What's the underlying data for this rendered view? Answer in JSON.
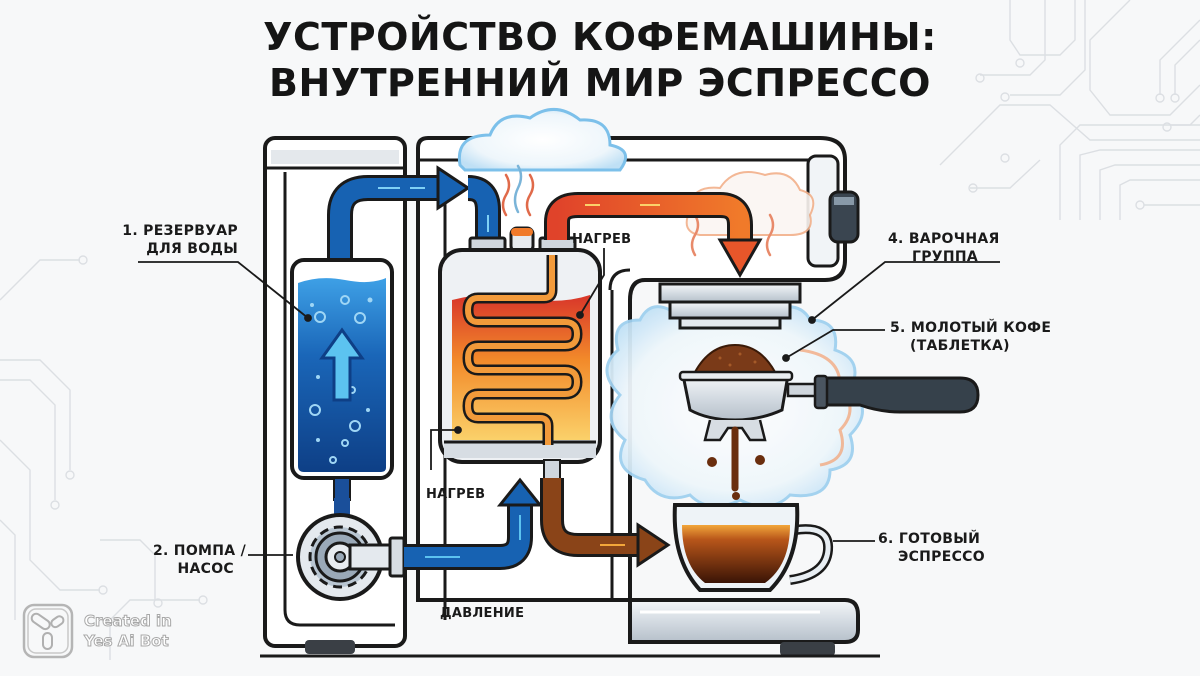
{
  "title": {
    "line1": "УСТРОЙСТВО КОФЕМАШИНЫ:",
    "line2": "ВНУТРЕННИЙ МИР ЭСПРЕССО"
  },
  "labels": {
    "reservoir_line1": "1. РЕЗЕРВУАР",
    "reservoir_line2": "ДЛЯ ВОДЫ",
    "pump_line1": "2. ПОМПА /",
    "pump_line2": "НАСОС",
    "heating_top": "НАГРЕВ",
    "heating_bottom": "НАГРЕВ",
    "pressure": "ДАВЛЕНИЕ",
    "brew_group_line1": "4. ВАРОЧНАЯ",
    "brew_group_line2": "ГРУППА",
    "ground_coffee_line1": "5. МОЛОТЫЙ КОФЕ",
    "ground_coffee_line2": "(ТАБЛЕТКА)",
    "espresso_line1": "6. ГОТОВЫЙ",
    "espresso_line2": "ЭСПРЕССО"
  },
  "watermark": {
    "line1": "Created in",
    "line2": "Yes Ai Bot",
    "icon": "yes-ai-bot-logo-icon"
  },
  "colors": {
    "water_blue": "#1560b0",
    "hot_orange": "#f07a2a",
    "heat_red": "#e0432a",
    "coffee_brown": "#7a3a12",
    "outline": "#1a1a1a",
    "steam_blue": "#a9d6f2"
  }
}
